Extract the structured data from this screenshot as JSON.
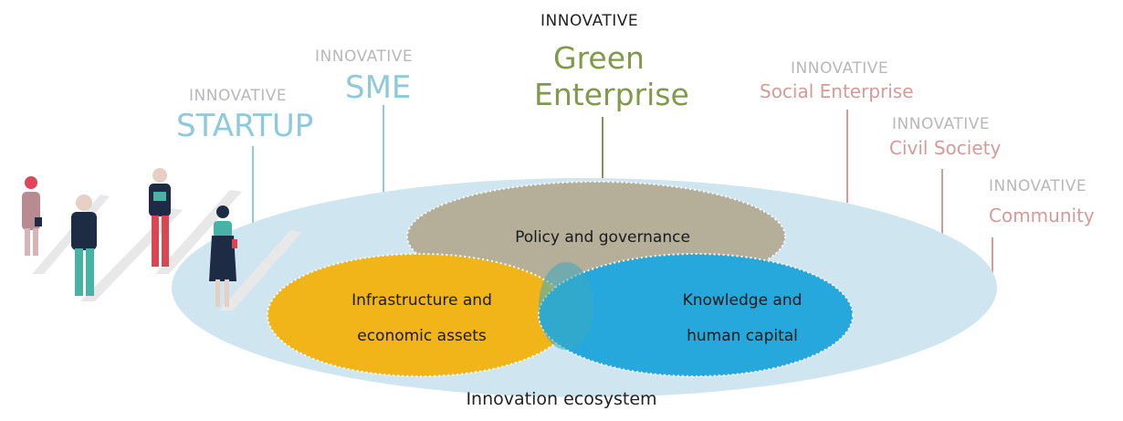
{
  "ecosystem": {
    "caption": "Innovation ecosystem",
    "circles": {
      "policy": "Policy and governance",
      "infra_line1": "Infrastructure and",
      "infra_line2": "economic assets",
      "knowledge_line1": "Knowledge and",
      "knowledge_line2": "human capital"
    }
  },
  "labels": {
    "startup": {
      "prefix": "INNOVATIVE",
      "name": "STARTUP"
    },
    "sme": {
      "prefix": "INNOVATIVE",
      "name": "SME"
    },
    "green": {
      "prefix": "INNOVATIVE",
      "name_line1": "Green",
      "name_line2": "Enterprise"
    },
    "social": {
      "prefix": "INNOVATIVE",
      "name": "Social Enterprise"
    },
    "civil": {
      "prefix": "INNOVATIVE",
      "name": "Civil Society"
    },
    "community": {
      "prefix": "INNOVATIVE",
      "name": "Community"
    }
  },
  "colors": {
    "ecosystem_fill": "#cfe6f0",
    "policy_fill": "#b5ae99",
    "infra_fill": "#f2b519",
    "knowledge_fill": "#27a8dc",
    "startup": "#8ec9dc",
    "green": "#7f9a4a",
    "rose": "#d89a98",
    "grey_prefix": "#b8b8b8"
  },
  "icons": [
    "person-red-icon",
    "person-navy-icon",
    "person-green-shirt-icon",
    "person-black-dress-icon"
  ]
}
